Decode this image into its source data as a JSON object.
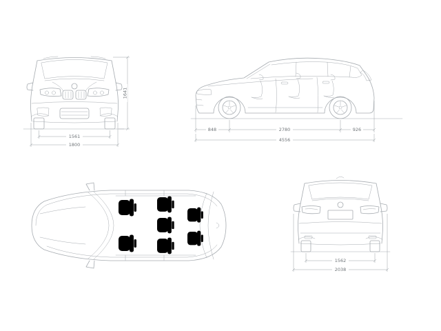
{
  "page": {
    "title": "Vehicle dimensions technical drawing (four orthographic views)"
  },
  "colors": {
    "line": "#a6abb0",
    "dim": "#9aa0a6",
    "text": "#6f7478"
  },
  "front_view": {
    "height": "1641",
    "track": "1561",
    "width": "1800"
  },
  "side_view": {
    "front_overhang": "848",
    "wheelbase": "2780",
    "rear_overhang": "926",
    "length": "4556"
  },
  "rear_view": {
    "track": "1562",
    "width_mirrors": "2038"
  }
}
